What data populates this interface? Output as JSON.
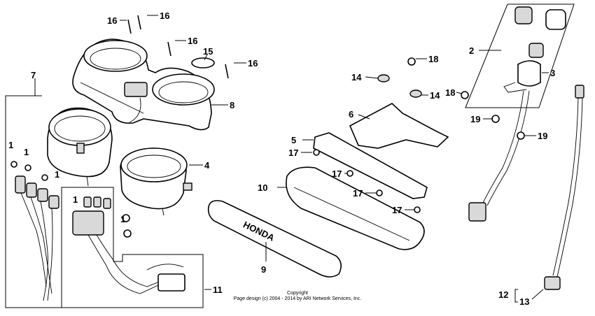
{
  "diagram": {
    "callouts": [
      {
        "id": "c1",
        "label": "1"
      },
      {
        "id": "c2",
        "label": "2"
      },
      {
        "id": "c3",
        "label": "3"
      },
      {
        "id": "c4",
        "label": "4"
      },
      {
        "id": "c5",
        "label": "5"
      },
      {
        "id": "c6",
        "label": "6"
      },
      {
        "id": "c7",
        "label": "7"
      },
      {
        "id": "c8",
        "label": "8"
      },
      {
        "id": "c9",
        "label": "9"
      },
      {
        "id": "c10",
        "label": "10"
      },
      {
        "id": "c11",
        "label": "11"
      },
      {
        "id": "c12",
        "label": "12"
      },
      {
        "id": "c13",
        "label": "13"
      },
      {
        "id": "c14",
        "label": "14"
      },
      {
        "id": "c15",
        "label": "15"
      },
      {
        "id": "c16",
        "label": "16"
      },
      {
        "id": "c17",
        "label": "17"
      },
      {
        "id": "c18",
        "label": "18"
      },
      {
        "id": "c19",
        "label": "19"
      }
    ],
    "labels": {
      "l1a": "1",
      "l1b": "1",
      "l1c": "1",
      "l1d": "1",
      "l1e": "1",
      "l2": "2",
      "l3": "3",
      "l4": "4",
      "l5": "5",
      "l6": "6",
      "l7": "7",
      "l8": "8",
      "l9": "9",
      "l10": "10",
      "l11": "11",
      "l12": "12",
      "l13": "13",
      "l14a": "14",
      "l14b": "14",
      "l15": "15",
      "l16a": "16",
      "l16b": "16",
      "l16c": "16",
      "l16d": "16",
      "l17a": "17",
      "l17b": "17",
      "l17c": "17",
      "l17d": "17",
      "l18a": "18",
      "l18b": "18",
      "l19a": "19",
      "l19b": "19"
    },
    "brand_text": "HONDA",
    "copyright_line1": "Copyright",
    "copyright_line2": "Page design (c) 2004 - 2014 by ARI Network Services, Inc."
  }
}
